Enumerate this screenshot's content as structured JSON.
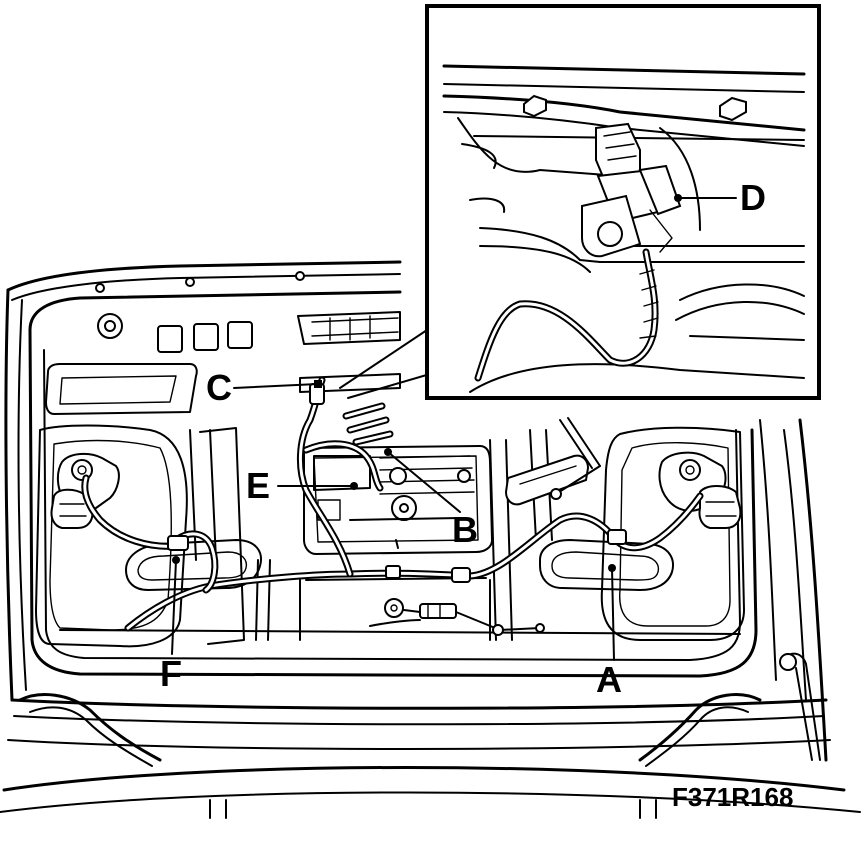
{
  "figure_code": "F371R168",
  "labels": {
    "a": "A",
    "b": "B",
    "c": "C",
    "d": "D",
    "e": "E",
    "f": "F"
  }
}
